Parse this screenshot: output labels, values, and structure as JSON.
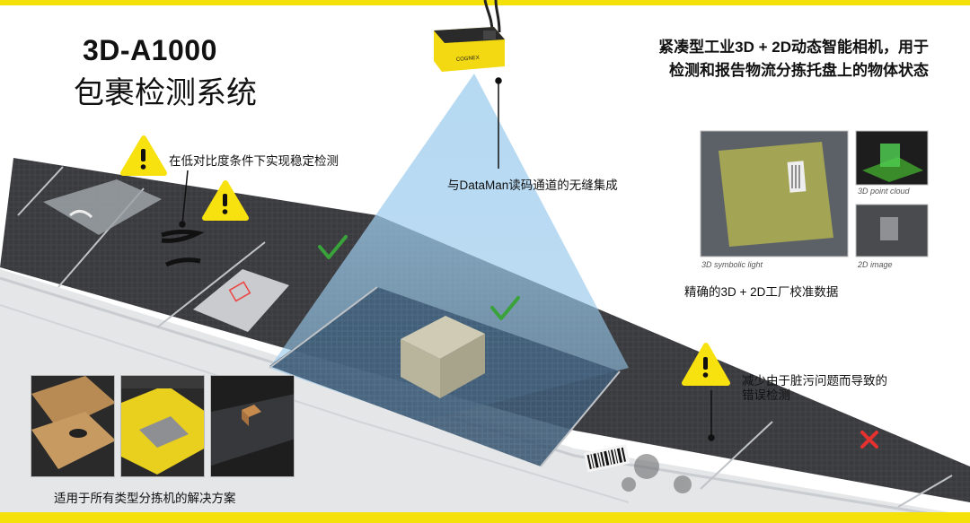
{
  "header": {
    "model": "3D-A1000",
    "subtitle": "包裹检测系统",
    "tagline_line1": "紧凑型工业3D + 2D动态智能相机，用于",
    "tagline_line2": "检测和报告物流分拣托盘上的物体状态"
  },
  "camera": {
    "brand": "COGNEX"
  },
  "callouts": {
    "low_contrast": "在低对比度条件下实现稳定检测",
    "dataman": "与DataMan读码通道的无缝集成",
    "calibration": "精确的3D + 2D工厂校准数据",
    "dirt_line1": "减少由于脏污问题而导致的",
    "dirt_line2": "错误检测",
    "sorters": "适用于所有类型分拣机的解决方案"
  },
  "image_captions": {
    "symbolic": "3D symbolic light",
    "point_cloud": "3D point cloud",
    "image_2d": "2D image"
  },
  "colors": {
    "accent_yellow": "#f5e10a",
    "warning_yellow": "#f7e10f",
    "check_green": "#3aa23a",
    "cross_red": "#e5312f",
    "belt_dark": "#3b3c3f",
    "beam_blue": "#8fc3e8"
  },
  "icons": [
    "warning-icon",
    "checkmark-icon",
    "cross-icon",
    "camera-icon",
    "barcode-icon"
  ]
}
